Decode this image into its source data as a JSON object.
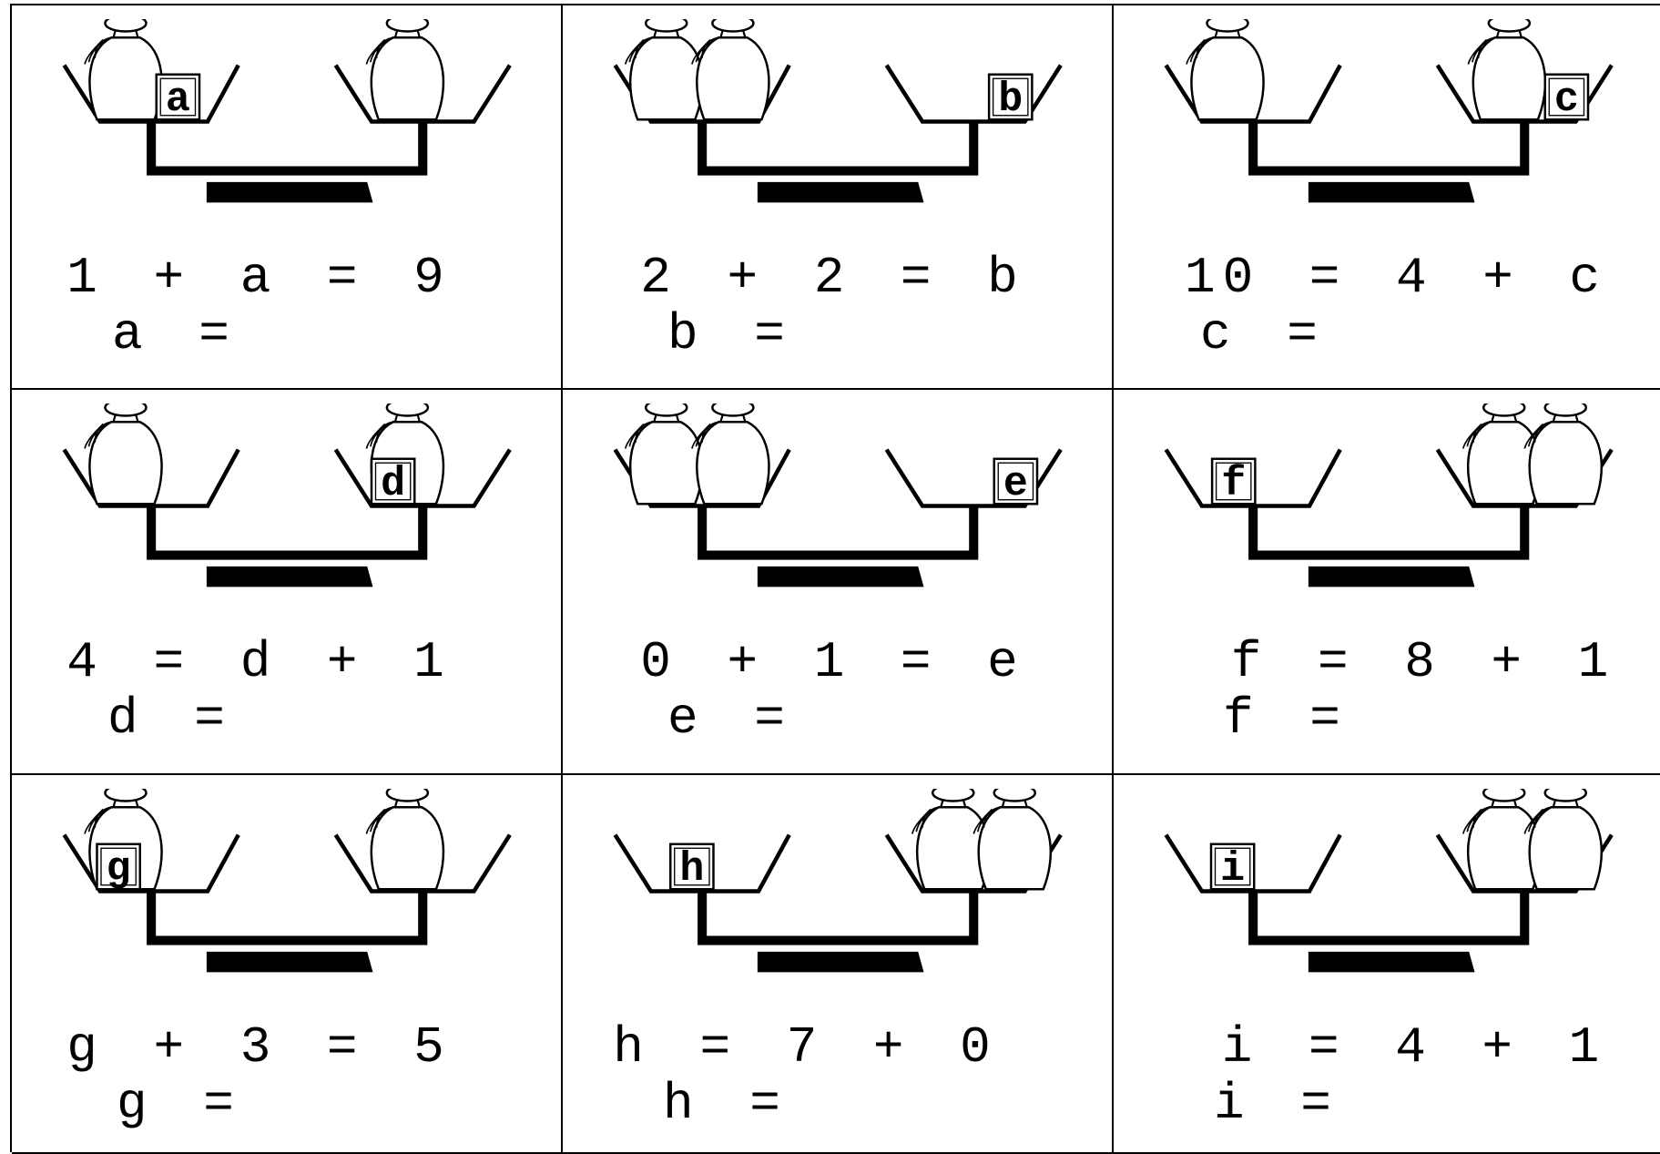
{
  "worksheet": {
    "problems": [
      {
        "equation": "1 + a = 9",
        "answer_prompt": "a =",
        "variable": "a",
        "left_bags": 1,
        "right_bags": 1,
        "variable_side": "left"
      },
      {
        "equation": "2 + 2 = b",
        "answer_prompt": "b =",
        "variable": "b",
        "left_bags": 2,
        "right_bags": 0,
        "variable_side": "right"
      },
      {
        "equation": "10 = 4 + c",
        "answer_prompt": "c =",
        "variable": "c",
        "left_bags": 1,
        "right_bags": 1,
        "variable_side": "right"
      },
      {
        "equation": "4 = d + 1",
        "answer_prompt": "d =",
        "variable": "d",
        "left_bags": 1,
        "right_bags": 1,
        "variable_side": "right"
      },
      {
        "equation": "0 + 1 = e",
        "answer_prompt": "e =",
        "variable": "e",
        "left_bags": 2,
        "right_bags": 0,
        "variable_side": "right"
      },
      {
        "equation": "f = 8 + 1",
        "answer_prompt": "f =",
        "variable": "f",
        "left_bags": 0,
        "right_bags": 2,
        "variable_side": "left"
      },
      {
        "equation": "g + 3 = 5",
        "answer_prompt": "g =",
        "variable": "g",
        "left_bags": 1,
        "right_bags": 1,
        "variable_side": "left"
      },
      {
        "equation": "h = 7 + 0",
        "answer_prompt": "h =",
        "variable": "h",
        "left_bags": 0,
        "right_bags": 2,
        "variable_side": "left"
      },
      {
        "equation": "i = 4 + 1",
        "answer_prompt": "i =",
        "variable": "i",
        "left_bags": 0,
        "right_bags": 2,
        "variable_side": "left"
      }
    ]
  }
}
